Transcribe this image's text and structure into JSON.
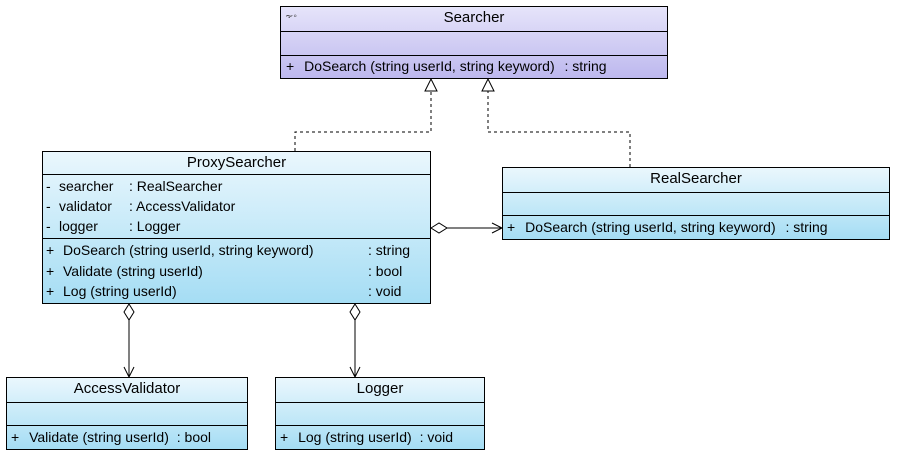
{
  "colors": {
    "interface_top": "#e6e4fa",
    "interface_bottom": "#bdb8ee",
    "class_top": "#eaf7fd",
    "class_bottom": "#a5ddf4",
    "line": "#000000"
  },
  "searcher": {
    "name": "Searcher",
    "icon": "interface-icon",
    "operations": [
      {
        "vis": "+",
        "sig": "DoSearch (string userId, string keyword)",
        "type": ": string"
      }
    ]
  },
  "proxy_searcher": {
    "name": "ProxySearcher",
    "attributes": [
      {
        "vis": "-",
        "name": "searcher",
        "type": ": RealSearcher"
      },
      {
        "vis": "-",
        "name": "validator",
        "type": ": AccessValidator"
      },
      {
        "vis": "-",
        "name": "logger",
        "type": ": Logger"
      }
    ],
    "operations": [
      {
        "vis": "+",
        "sig": "DoSearch (string userId, string keyword)",
        "type": ": string"
      },
      {
        "vis": "+",
        "sig": "Validate (string userId)",
        "type": ": bool"
      },
      {
        "vis": "+",
        "sig": "Log (string userId)",
        "type": ": void"
      }
    ]
  },
  "real_searcher": {
    "name": "RealSearcher",
    "operations": [
      {
        "vis": "+",
        "sig": "DoSearch (string userId, string keyword)",
        "type": ": string"
      }
    ]
  },
  "access_validator": {
    "name": "AccessValidator",
    "operations": [
      {
        "vis": "+",
        "sig": "Validate (string userId)",
        "type": ": bool"
      }
    ]
  },
  "logger": {
    "name": "Logger",
    "operations": [
      {
        "vis": "+",
        "sig": "Log (string userId)",
        "type": ": void"
      }
    ]
  }
}
